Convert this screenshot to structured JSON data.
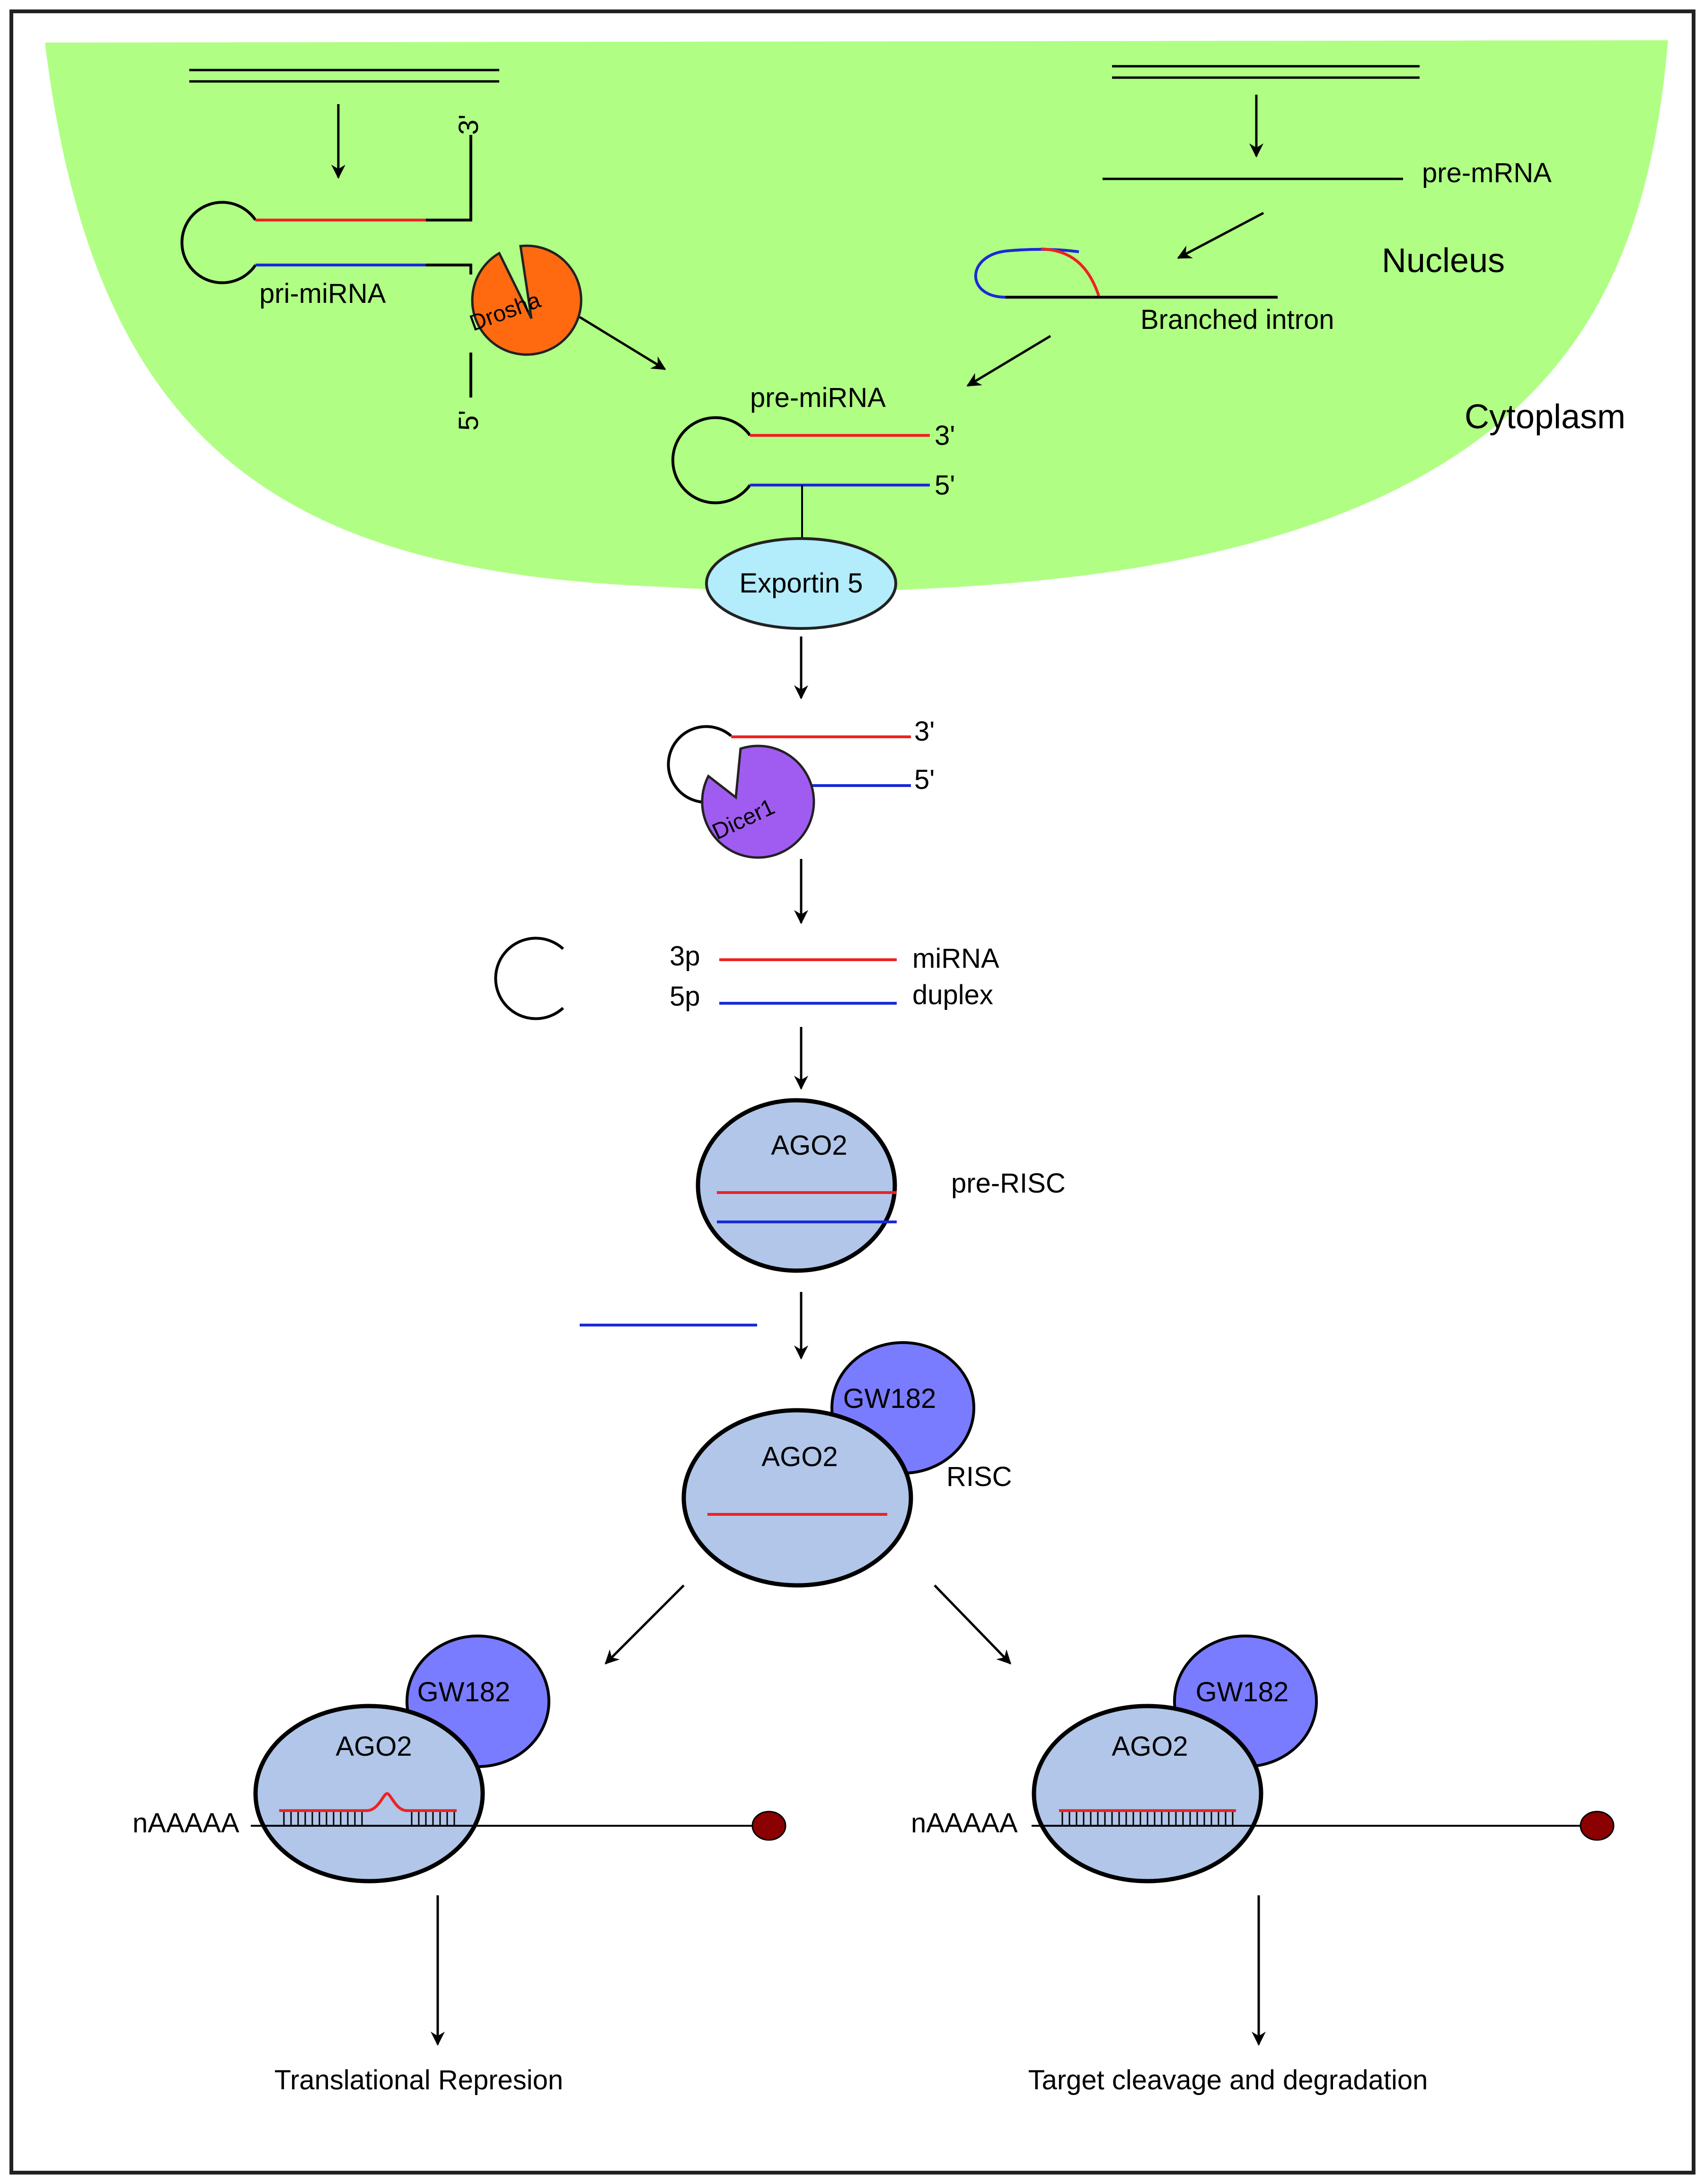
{
  "labels": {
    "nucleus": "Nucleus",
    "cytoplasm": "Cytoplasm",
    "pri_mirna": "pri-miRNA",
    "drosha": "Drosha",
    "pri_3prime": "3'",
    "pri_5prime": "5'",
    "pre_mrna": "pre-mRNA",
    "branched_intron": "Branched intron",
    "pre_mirna": "pre-miRNA",
    "pre_3prime": "3'",
    "pre_5prime": "5'",
    "exportin5": "Exportin 5",
    "dicer_3prime": "3'",
    "dicer_5prime": "5'",
    "dicer1": "Dicer1",
    "strand_3p": "3p",
    "strand_5p": "5p",
    "duplex_line1": "miRNA",
    "duplex_line2": "duplex",
    "ago2_pre_risc": "AGO2",
    "pre_risc": "pre-RISC",
    "gw182_risc": "GW182",
    "ago2_risc": "AGO2",
    "risc": "RISC",
    "gw182_left": "GW182",
    "ago2_left": "AGO2",
    "nAAAAA_left": "nAAAAA",
    "gw182_right": "GW182",
    "ago2_right": "AGO2",
    "nAAAAA_right": "nAAAAA",
    "outcome_left": "Translational Represion",
    "outcome_right": "Target cleavage and degradation"
  },
  "colors": {
    "nucleus_fill": "#b0ff84",
    "drosha_fill": "#ff6a10",
    "exportin_fill": "#b3ecfb",
    "dicer_fill": "#a05cf0",
    "ago2_fill": "#b1c6e8",
    "gw182_fill": "#7a7cff",
    "strand_3p": "#ee2222",
    "strand_5p": "#1a2ad8",
    "cap_fill": "#8b0000",
    "border": "#222222"
  }
}
